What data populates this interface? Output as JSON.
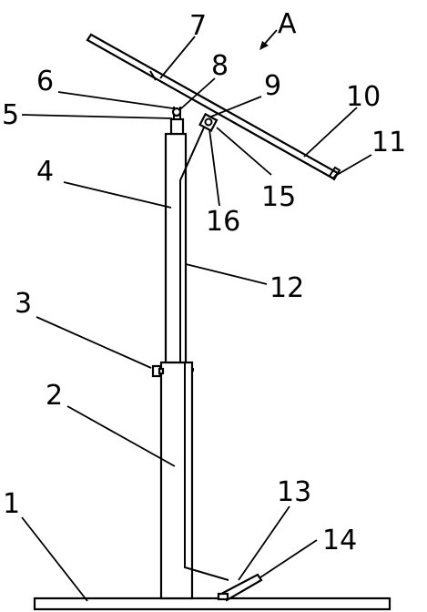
{
  "figure": {
    "view_label": "A",
    "labels": {
      "n1": "1",
      "n2": "2",
      "n3": "3",
      "n4": "4",
      "n5": "5",
      "n6": "6",
      "n7": "7",
      "n8": "8",
      "n9": "9",
      "n10": "10",
      "n11": "11",
      "n12": "12",
      "n13": "13",
      "n14": "14",
      "n15": "15",
      "n16": "16"
    }
  }
}
